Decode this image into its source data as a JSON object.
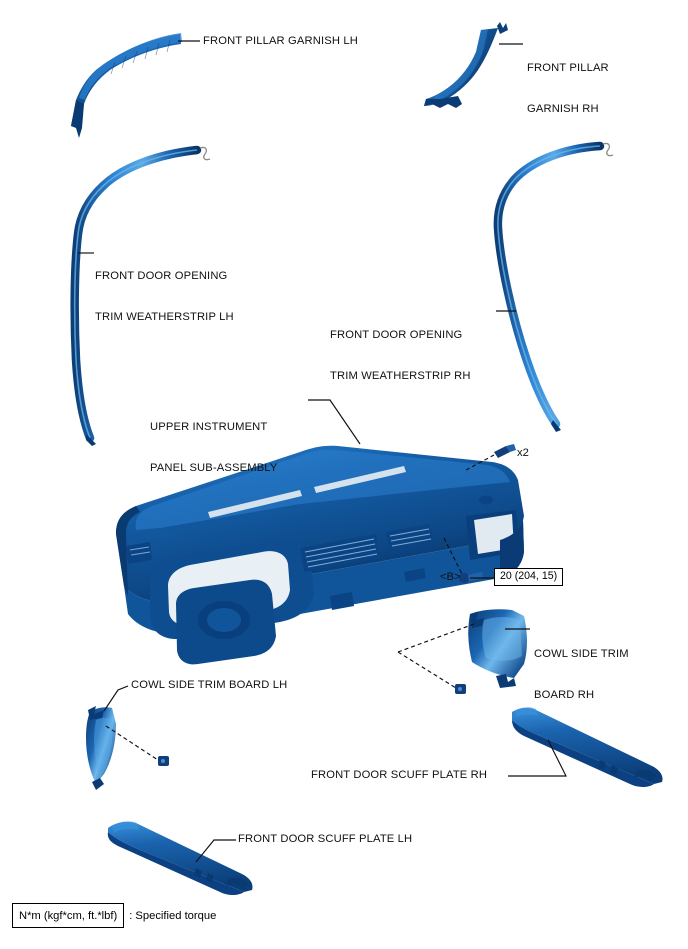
{
  "document": {
    "type": "exploded-parts-diagram",
    "title": "Instrument Panel / Interior Trim Components"
  },
  "palette": {
    "part_blue_dark": "#0a3f7d",
    "part_blue_mid": "#1257a0",
    "part_blue_light": "#2d86d6",
    "part_highlight": "#7fc0ef",
    "line": "#111111",
    "background": "#ffffff"
  },
  "labels": [
    {
      "id": "front-pillar-garnish-lh",
      "text": "FRONT PILLAR GARNISH LH"
    },
    {
      "id": "front-pillar-garnish-rh",
      "line1": "FRONT PILLAR",
      "line2": "GARNISH RH"
    },
    {
      "id": "front-door-opening-trim-weatherstrip-lh",
      "line1": "FRONT DOOR OPENING",
      "line2": "TRIM WEATHERSTRIP LH"
    },
    {
      "id": "front-door-opening-trim-weatherstrip-rh",
      "line1": "FRONT DOOR OPENING",
      "line2": "TRIM WEATHERSTRIP RH"
    },
    {
      "id": "upper-instrument-panel-sub-assembly",
      "line1": "UPPER INSTRUMENT",
      "line2": "PANEL SUB-ASSEMBLY"
    },
    {
      "id": "cowl-side-trim-board-rh",
      "line1": "COWL SIDE TRIM",
      "line2": "BOARD RH"
    },
    {
      "id": "cowl-side-trim-board-lh",
      "text": "COWL SIDE TRIM BOARD LH"
    },
    {
      "id": "front-door-scuff-plate-rh",
      "text": "FRONT DOOR SCUFF PLATE RH"
    },
    {
      "id": "front-door-scuff-plate-lh",
      "text": "FRONT DOOR SCUFF PLATE LH"
    }
  ],
  "callouts": {
    "quantity_x2": "x2",
    "marker_b": "<B>",
    "torque_value": "20 (204, 15)"
  },
  "legend": {
    "box_text": "N*m (kgf*cm, ft.*lbf)",
    "separator": ": Specified torque"
  }
}
